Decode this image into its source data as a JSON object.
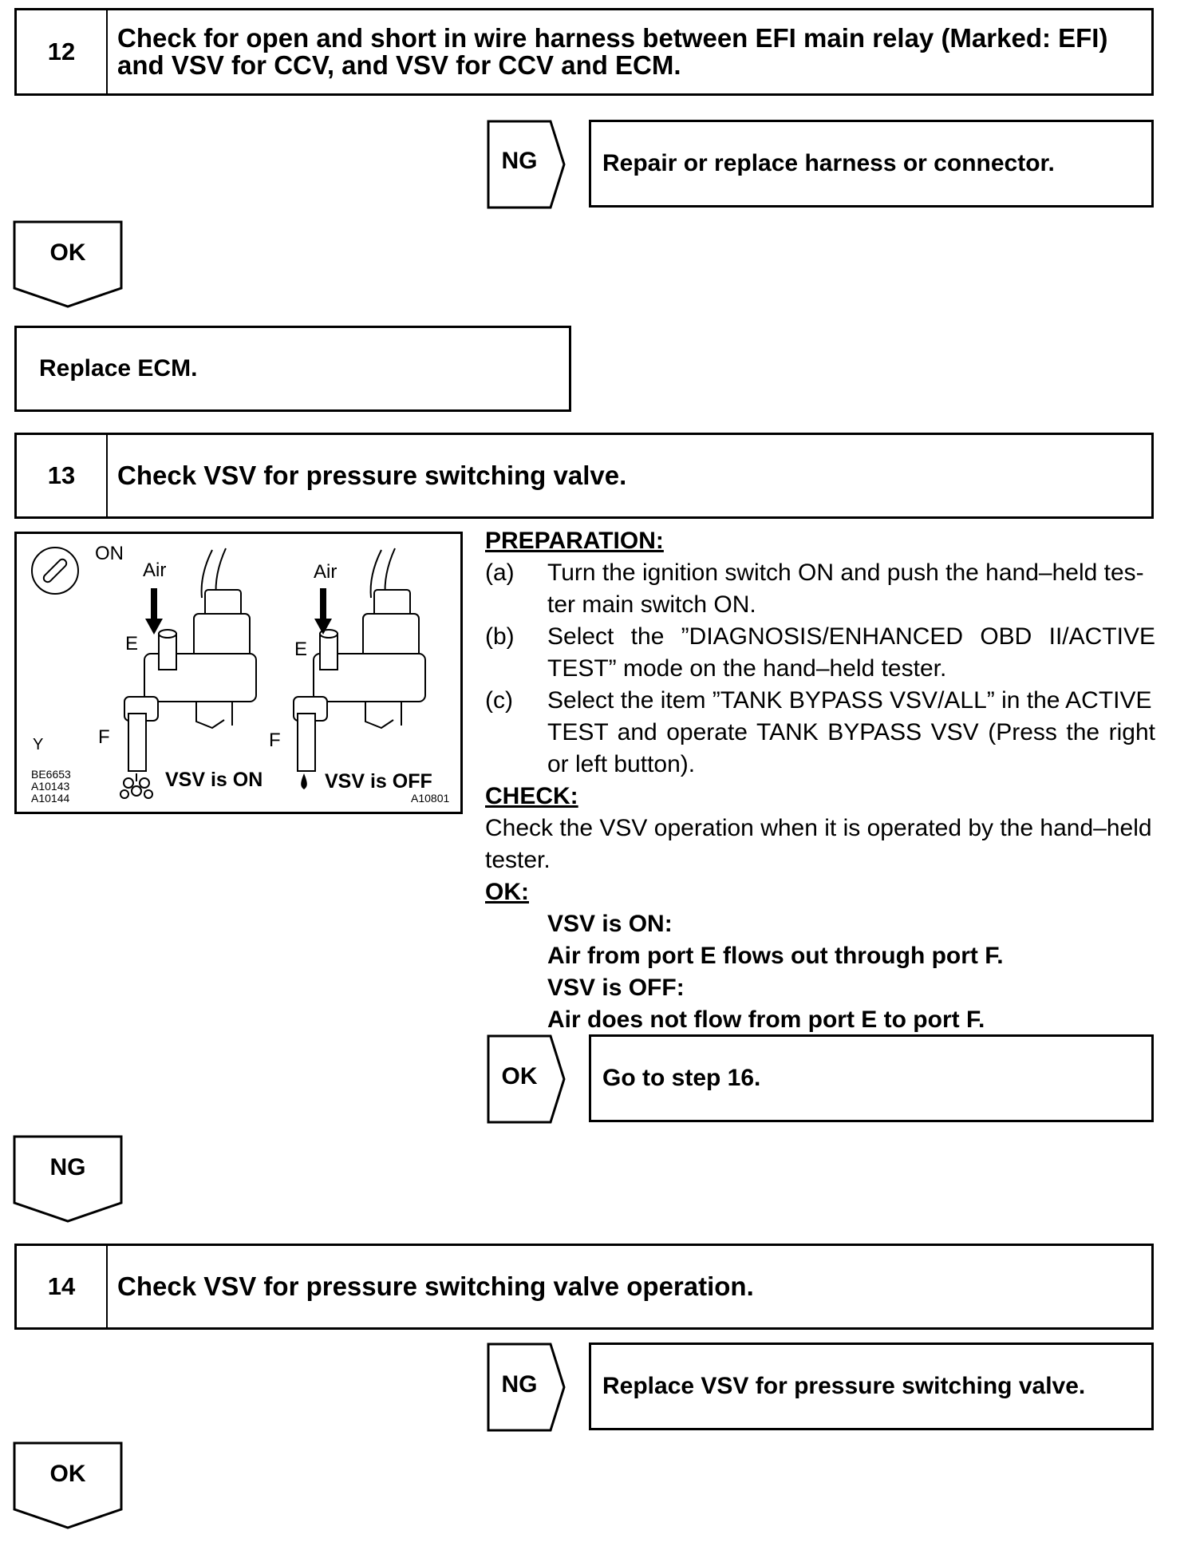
{
  "step12": {
    "number": "12",
    "title_line1": "Check for open and short in wire harness between EFI main relay (Marked: EFI)",
    "title_line2": "and VSV for CCV, and VSV for CCV and ECM.",
    "ng_label": "NG",
    "ng_action": "Repair or replace harness or connector.",
    "ok_label": "OK",
    "ok_action": "Replace ECM."
  },
  "step13": {
    "number": "13",
    "title": "Check VSV for pressure switching valve.",
    "figure": {
      "on_label": "ON",
      "air_label_1": "Air",
      "air_label_2": "Air",
      "port_e_1": "E",
      "port_e_2": "E",
      "port_f_1": "F",
      "port_f_2": "F",
      "y_label": "Y",
      "ref_1": "BE6653",
      "ref_2": "A10143",
      "ref_3": "A10144",
      "vsv_on": "VSV is ON",
      "vsv_off": "VSV is OFF",
      "fig_code": "A10801"
    },
    "preparation_heading": "PREPARATION:",
    "prep_a_label": "(a)",
    "prep_a_line1": "Turn the ignition switch ON and push the hand–held tes-",
    "prep_a_line2": "ter main switch ON.",
    "prep_b_label": "(b)",
    "prep_b_line1": "Select the ”DIAGNOSIS/ENHANCED OBD II/ACTIVE",
    "prep_b_line2": "TEST” mode on the hand–held tester.",
    "prep_c_label": "(c)",
    "prep_c_line1": "Select the item ”TANK BYPASS VSV/ALL” in the ACTIVE",
    "prep_c_line2": "TEST and operate TANK BYPASS VSV (Press the right",
    "prep_c_line3": "or left button).",
    "check_heading": "CHECK:",
    "check_line1": "Check the VSV operation when it is operated by the hand–held",
    "check_line2": "tester.",
    "ok_heading": "OK:",
    "ok_line1": "VSV is ON:",
    "ok_line2": "Air from port E flows out through port F.",
    "ok_line3": "VSV is OFF:",
    "ok_line4": "Air does not flow from port E to port F.",
    "ok_label": "OK",
    "ok_action": "Go to step 16.",
    "ng_label": "NG"
  },
  "step14": {
    "number": "14",
    "title": "Check VSV for pressure switching valve operation.",
    "ng_label": "NG",
    "ng_action": "Replace VSV for pressure switching valve.",
    "ok_label": "OK"
  }
}
